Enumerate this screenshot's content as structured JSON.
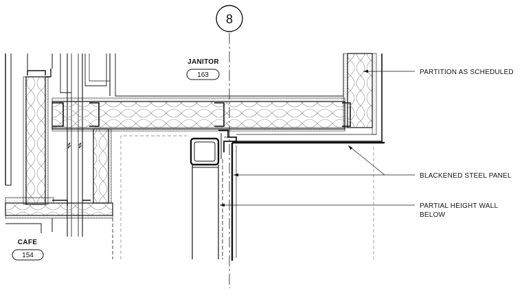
{
  "grid_bubble": {
    "label": "8"
  },
  "rooms": {
    "janitor": {
      "name": "JANITOR",
      "number": "163"
    },
    "cafe": {
      "name": "CAFE",
      "number": "154"
    }
  },
  "callouts": {
    "partition": "PARTITION AS SCHEDULED",
    "steel_panel": "BLACKENED STEEL PANEL",
    "partial_wall_line1": "PARTIAL HEIGHT WALL",
    "partial_wall_line2": "BELOW"
  },
  "colors": {
    "line": "#111111",
    "insulation": "#8a8a8a",
    "hidden": "#9a9a9a"
  }
}
